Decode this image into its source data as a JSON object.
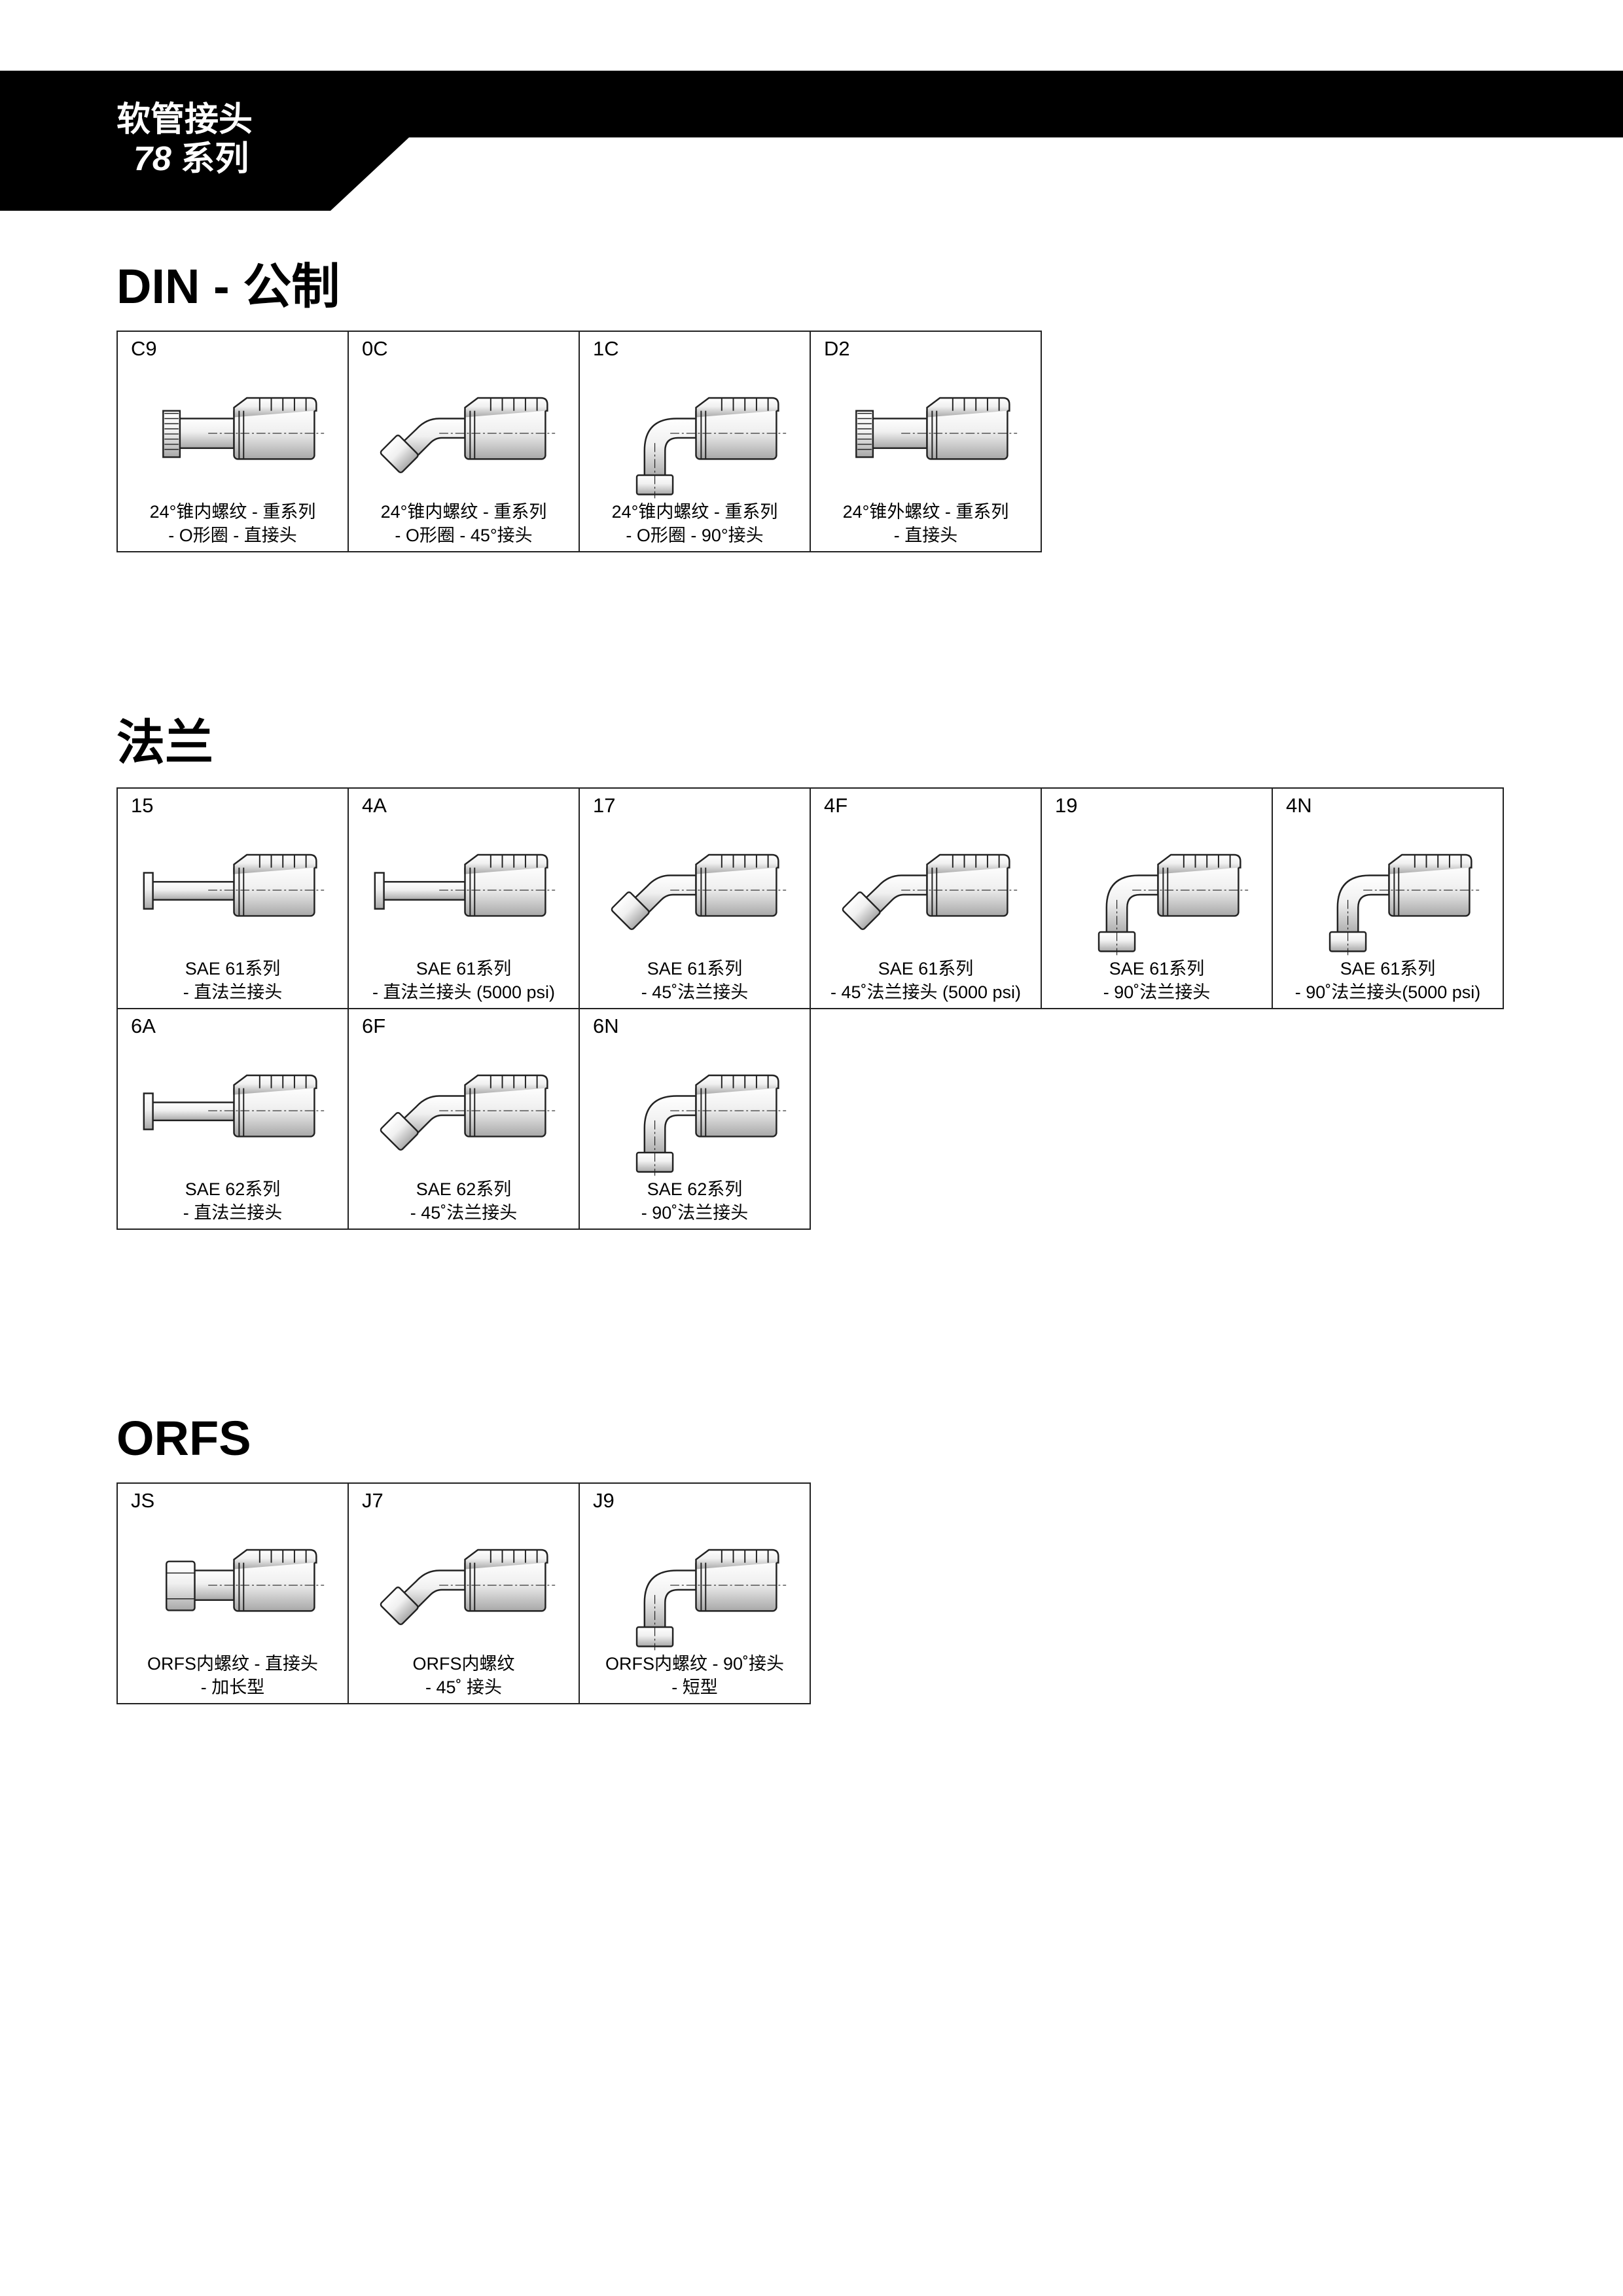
{
  "header": {
    "title": "软管接头",
    "series_number": "78",
    "series_suffix": "系列"
  },
  "sections": [
    {
      "title": "DIN - 公制",
      "items": [
        {
          "code": "C9",
          "line1": "24°锥内螺纹 - 重系列",
          "line2": "- O形圈 - 直接头",
          "icon": "straight-female-fitting-icon"
        },
        {
          "code": "0C",
          "line1": "24°锥内螺纹 - 重系列",
          "line2": "- O形圈 - 45°接头",
          "icon": "elbow-45-female-fitting-icon"
        },
        {
          "code": "1C",
          "line1": "24°锥内螺纹 - 重系列",
          "line2": "- O形圈 - 90°接头",
          "icon": "elbow-90-female-fitting-icon"
        },
        {
          "code": "D2",
          "line1": "24°锥外螺纹 - 重系列",
          "line2": "- 直接头",
          "icon": "straight-male-fitting-icon"
        }
      ]
    },
    {
      "title": "法兰",
      "items": [
        {
          "code": "15",
          "line1": "SAE 61系列",
          "line2": "- 直法兰接头",
          "icon": "straight-flange-fitting-icon"
        },
        {
          "code": "4A",
          "line1": "SAE 61系列",
          "line2": "- 直法兰接头 (5000 psi)",
          "icon": "straight-flange-fitting-icon"
        },
        {
          "code": "17",
          "line1": "SAE 61系列",
          "line2": "- 45˚法兰接头",
          "icon": "elbow-45-flange-fitting-icon"
        },
        {
          "code": "4F",
          "line1": "SAE 61系列",
          "line2": "- 45˚法兰接头 (5000 psi)",
          "icon": "elbow-45-flange-fitting-icon"
        },
        {
          "code": "19",
          "line1": "SAE 61系列",
          "line2": "- 90˚法兰接头",
          "icon": "elbow-90-flange-fitting-icon"
        },
        {
          "code": "4N",
          "line1": "SAE 61系列",
          "line2": "- 90˚法兰接头(5000 psi)",
          "icon": "elbow-90-flange-fitting-icon"
        },
        {
          "code": "6A",
          "line1": "SAE 62系列",
          "line2": "- 直法兰接头",
          "icon": "straight-flange-fitting-icon"
        },
        {
          "code": "6F",
          "line1": "SAE 62系列",
          "line2": "- 45˚法兰接头",
          "icon": "elbow-45-flange-fitting-icon"
        },
        {
          "code": "6N",
          "line1": "SAE 62系列",
          "line2": "- 90˚法兰接头",
          "icon": "elbow-90-flange-fitting-icon"
        }
      ]
    },
    {
      "title": "ORFS",
      "items": [
        {
          "code": "JS",
          "line1": "ORFS内螺纹 - 直接头",
          "line2": "- 加长型",
          "icon": "straight-orfs-fitting-icon"
        },
        {
          "code": "J7",
          "line1": "ORFS内螺纹",
          "line2": "- 45˚ 接头",
          "icon": "elbow-45-orfs-fitting-icon"
        },
        {
          "code": "J9",
          "line1": "ORFS内螺纹 - 90˚接头",
          "line2": "- 短型",
          "icon": "elbow-90-orfs-fitting-icon"
        }
      ]
    }
  ],
  "colors": {
    "banner": "#000000",
    "border": "#222222",
    "metal_light": "#f2f2f2",
    "metal_dark": "#9a9a9a"
  }
}
